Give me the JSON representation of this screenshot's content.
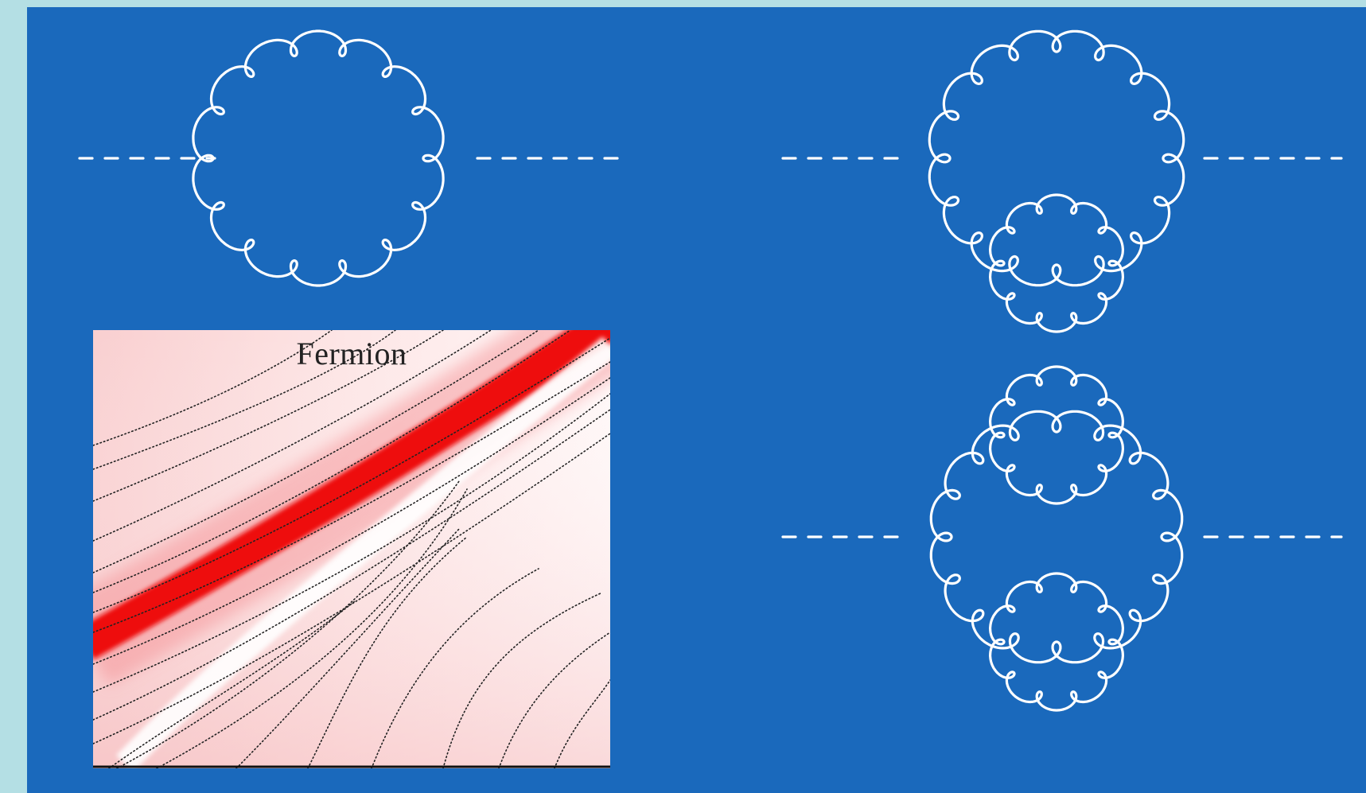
{
  "slide": {
    "background_color": "#1a69bc",
    "frame_color": "#b4dfe4",
    "line_color": "#ffffff"
  },
  "diagrams": [
    {
      "id": "one-loop-gluon-self-energy",
      "propagator": "scalar-dashed",
      "loops": 1
    },
    {
      "id": "two-loop-gluon-lower-subloop",
      "propagator": "scalar-dashed",
      "loops": 2
    },
    {
      "id": "three-loop-gluon-upper-lower-subloops",
      "propagator": "scalar-dashed",
      "loops": 3
    }
  ],
  "spectral_plot": {
    "title": "Fermion",
    "peak_color": "#ee1111",
    "background_color": "#fdecec"
  }
}
